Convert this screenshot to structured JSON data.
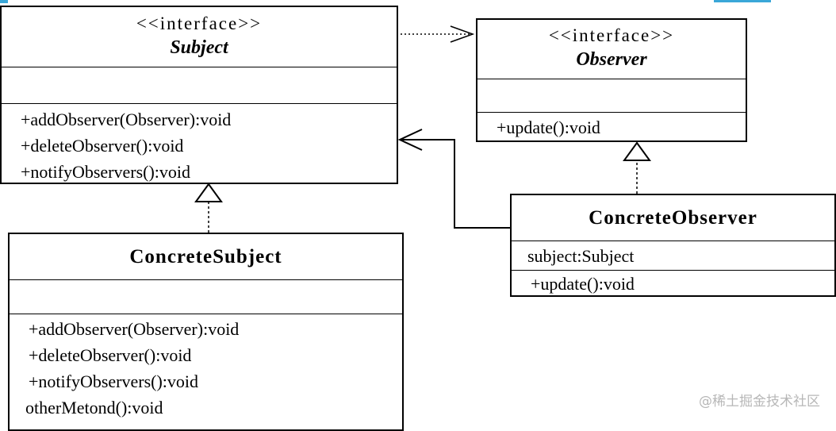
{
  "diagram": {
    "subject": {
      "stereotype": "<<interface>>",
      "name": "Subject",
      "methods": [
        "+addObserver(Observer):void",
        "+deleteObserver():void",
        "+notifyObservers():void"
      ]
    },
    "observer": {
      "stereotype": "<<interface>>",
      "name": "Observer",
      "methods": [
        "+update():void"
      ]
    },
    "concrete_subject": {
      "name": "ConcreteSubject",
      "methods": [
        "+addObserver(Observer):void",
        "+deleteObserver():void",
        "+notifyObservers():void",
        "otherMetond():void"
      ]
    },
    "concrete_observer": {
      "name": "ConcreteObserver",
      "attributes": [
        "subject:Subject"
      ],
      "methods": [
        "+update():void"
      ]
    }
  },
  "watermark": "@稀土掘金技术社区",
  "colors": {
    "line": "#000000",
    "accent": "#3aa7d8"
  }
}
